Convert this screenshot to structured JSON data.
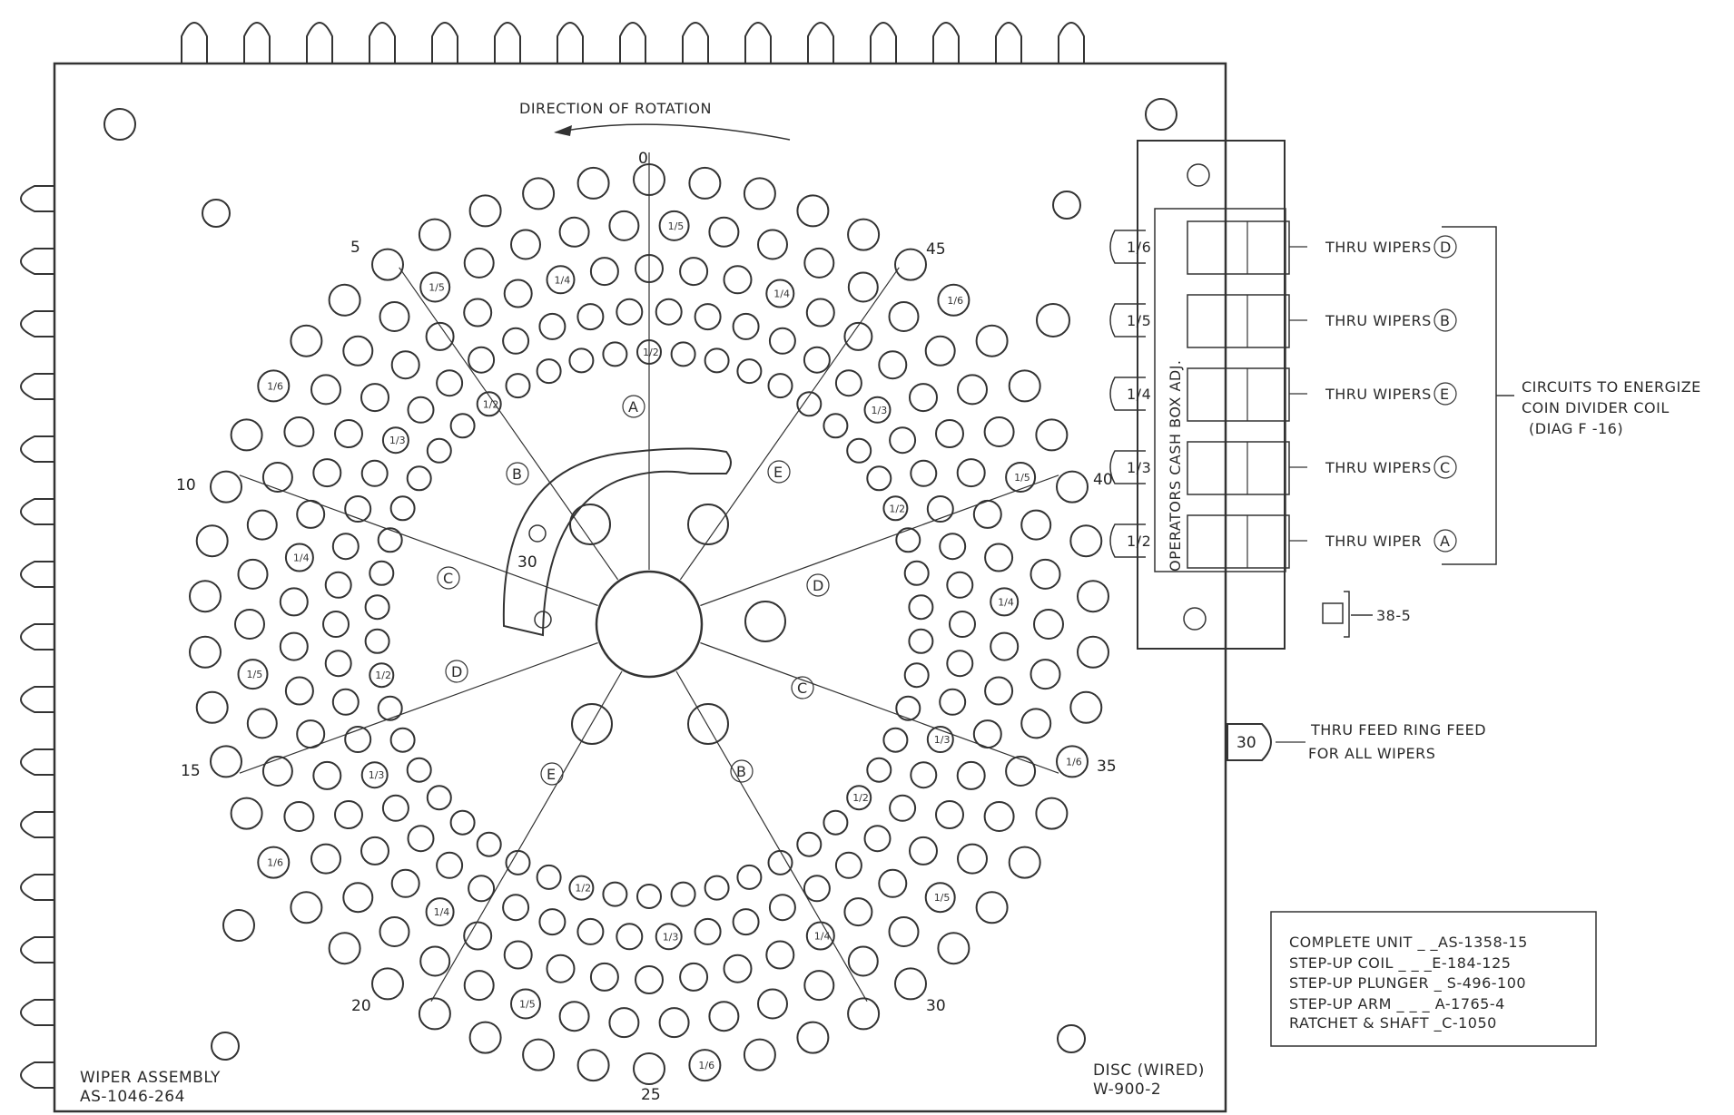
{
  "title": {
    "direction": "DIRECTION  OF  ROTATION"
  },
  "wiper_assembly": {
    "line1": "WIPER  ASSEMBLY",
    "line2": "AS-1046-264"
  },
  "disc": {
    "line1": "DISC (WIRED)",
    "line2": "W-900-2"
  },
  "position_numbers": [
    "0",
    "5",
    "10",
    "15",
    "20",
    "25",
    "30",
    "35",
    "40",
    "45"
  ],
  "center_number": "30",
  "wiper_letters": [
    "A",
    "B",
    "C",
    "D",
    "E",
    "B",
    "C",
    "D",
    "E"
  ],
  "fractions": [
    "1/2",
    "1/3",
    "1/4",
    "1/5",
    "1/6"
  ],
  "terminal_block": {
    "labels": [
      "1/6",
      "1/5",
      "1/4",
      "1/3",
      "1/2"
    ],
    "vertical_text": "OPERATORS  CASH  BOX  ADJ.",
    "wipers": [
      {
        "text": "THRU  WIPERS",
        "letter": "D"
      },
      {
        "text": "THRU  WIPERS",
        "letter": "B"
      },
      {
        "text": "THRU  WIPERS",
        "letter": "E"
      },
      {
        "text": "THRU  WIPERS",
        "letter": "C"
      },
      {
        "text": "THRU  WIPER",
        "letter": "A"
      }
    ],
    "circuits": {
      "line1": "CIRCUITS  TO  ENERGIZE",
      "line2": "COIN  DIVIDER  COIL",
      "line3": "(DIAG  F -16)"
    }
  },
  "small_part": "38-5",
  "feed": {
    "number": "30",
    "line1": "THRU  FEED  RING  FEED",
    "line2": "FOR  ALL  WIPERS"
  },
  "parts_list": [
    "COMPLETE  UNIT _ _AS-1358-15",
    "STEP-UP  COIL _ _ _E-184-125",
    "STEP-UP  PLUNGER _ S-496-100",
    "STEP-UP  ARM _ _ _ A-1765-4",
    "RATCHET  &  SHAFT _C-1050"
  ],
  "colors": {
    "ink": "#333333",
    "paper": "#ffffff"
  }
}
